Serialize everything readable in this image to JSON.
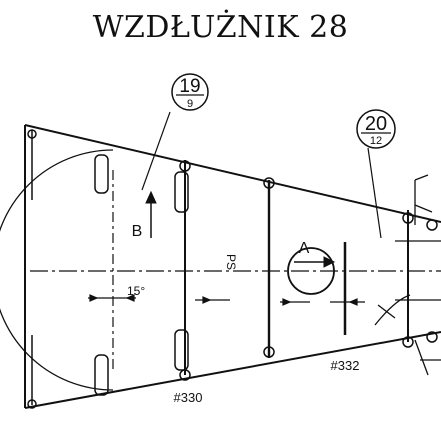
{
  "title": "WZDŁUŻNIK 28",
  "callouts": [
    {
      "top": "19",
      "bottom": "9"
    },
    {
      "top": "20",
      "bottom": "12"
    }
  ],
  "labels": {
    "arrow_a": "A",
    "arrow_b": "B",
    "angle": "15°",
    "centerline": "PS",
    "frame_330": "#330",
    "frame_332": "#332"
  }
}
